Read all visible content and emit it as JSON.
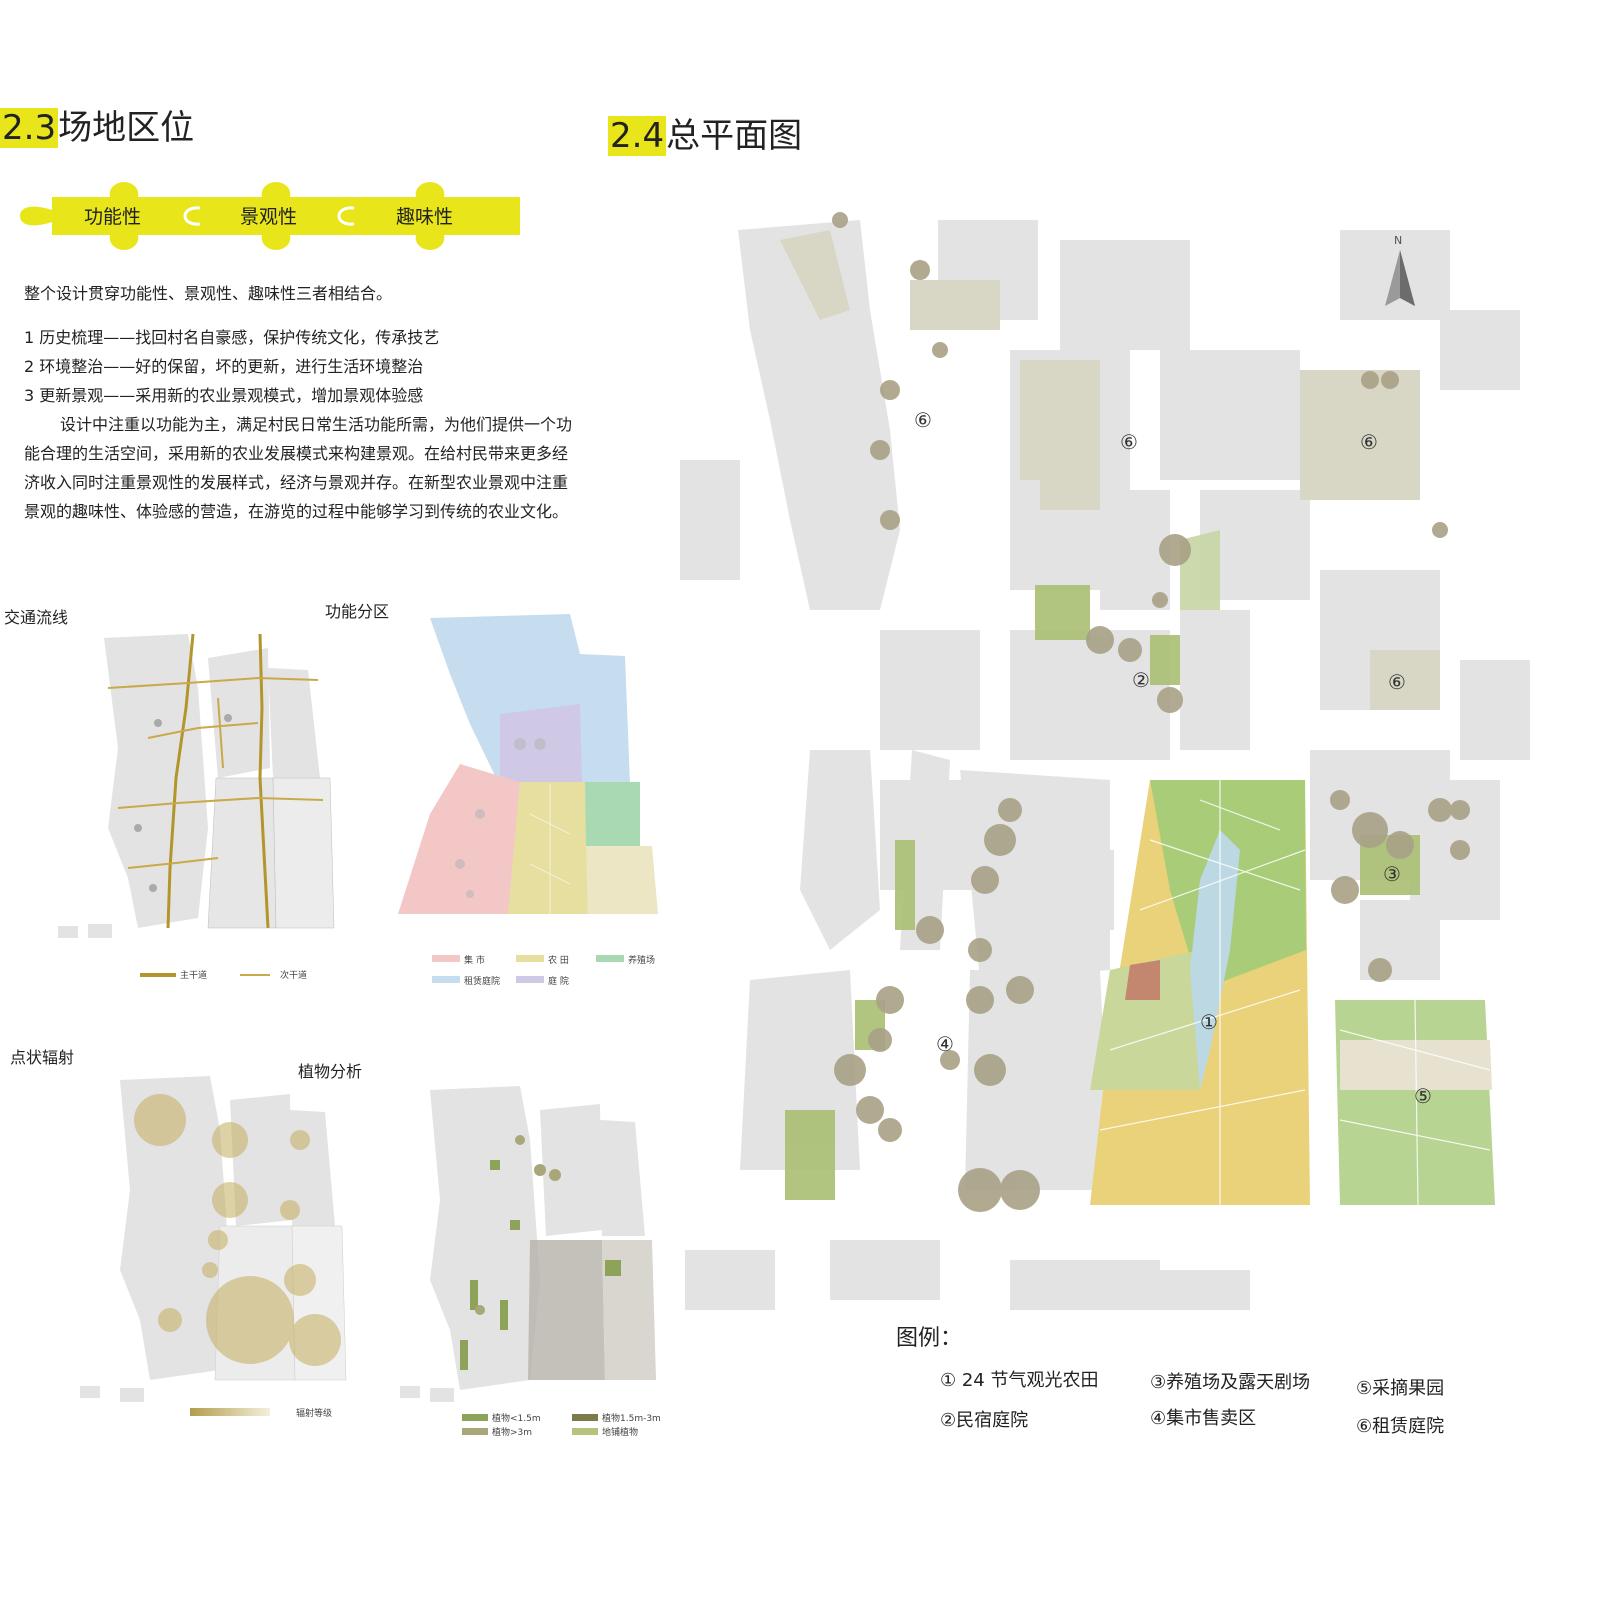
{
  "left": {
    "section_number": "2.3",
    "section_title": "场地区位",
    "puzzle": [
      "功能性",
      "景观性",
      "趣味性"
    ],
    "intro": "整个设计贯穿功能性、景观性、趣味性三者相结合。",
    "points": [
      "1 历史梳理——找回村名自豪感，保护传统文化，传承技艺",
      "2 环境整治——好的保留，坏的更新，进行生活环境整治",
      "3 更新景观——采用新的农业景观模式，增加景观体验感"
    ],
    "paragraph": [
      "设计中注重以功能为主，满足村民日常生活功能所需，为他们提供一个功",
      "能合理的生活空间，采用新的农业发展模式来构建景观。在给村民带来更多经",
      "济收入同时注重景观性的发展样式，经济与景观并存。在新型农业景观中注重",
      "景观的趣味性、体验感的营造，在游览的过程中能够学习到传统的农业文化。"
    ]
  },
  "maps": {
    "traffic": {
      "title": "交通流线",
      "legend": [
        "主干道",
        "次干道"
      ],
      "colors": {
        "main": "#b3952d",
        "secondary": "#c9a94a"
      }
    },
    "zones": {
      "title": "功能分区",
      "legend": [
        "集 市",
        "农 田",
        "养殖场",
        "租赁庭院",
        "庭 院"
      ],
      "colors": [
        "#f4c7c7",
        "#e6dfa0",
        "#a8d9b2",
        "#c6dcef",
        "#cfc9e6"
      ]
    },
    "radiation": {
      "title": "点状辐射",
      "legend": [
        "辐射等级"
      ],
      "color": "#c3ad5e"
    },
    "plants": {
      "title": "植物分析",
      "legend": [
        "植物<1.5m",
        "植物1.5m-3m",
        "植物>3m",
        "地铺植物"
      ],
      "colors": [
        "#8ea35a",
        "#7d7a4c",
        "#a7a779",
        "#b7c27d"
      ]
    }
  },
  "right": {
    "section_number": "2.4",
    "section_title": "总平面图",
    "north": "N",
    "markers": [
      "⑥",
      "⑥",
      "⑥",
      "②",
      "⑥",
      "③",
      "①",
      "④",
      "⑤"
    ],
    "legend_title": "图例：",
    "legend_items": [
      "① 24 节气观光农田",
      "②民宿庭院",
      "③养殖场及露天剧场",
      "④集市售卖区",
      "⑤采摘果园",
      "⑥租赁庭院"
    ]
  },
  "colors": {
    "accent": "#e8e61a",
    "building": "#e3e3e3",
    "courtyard": "#d8d6c4",
    "tree": "#a9a186",
    "grass": "#a9bf72",
    "farm_yellow": "#e9d27a",
    "farm_green": "#a8cc78",
    "water": "#bcd9e3"
  }
}
